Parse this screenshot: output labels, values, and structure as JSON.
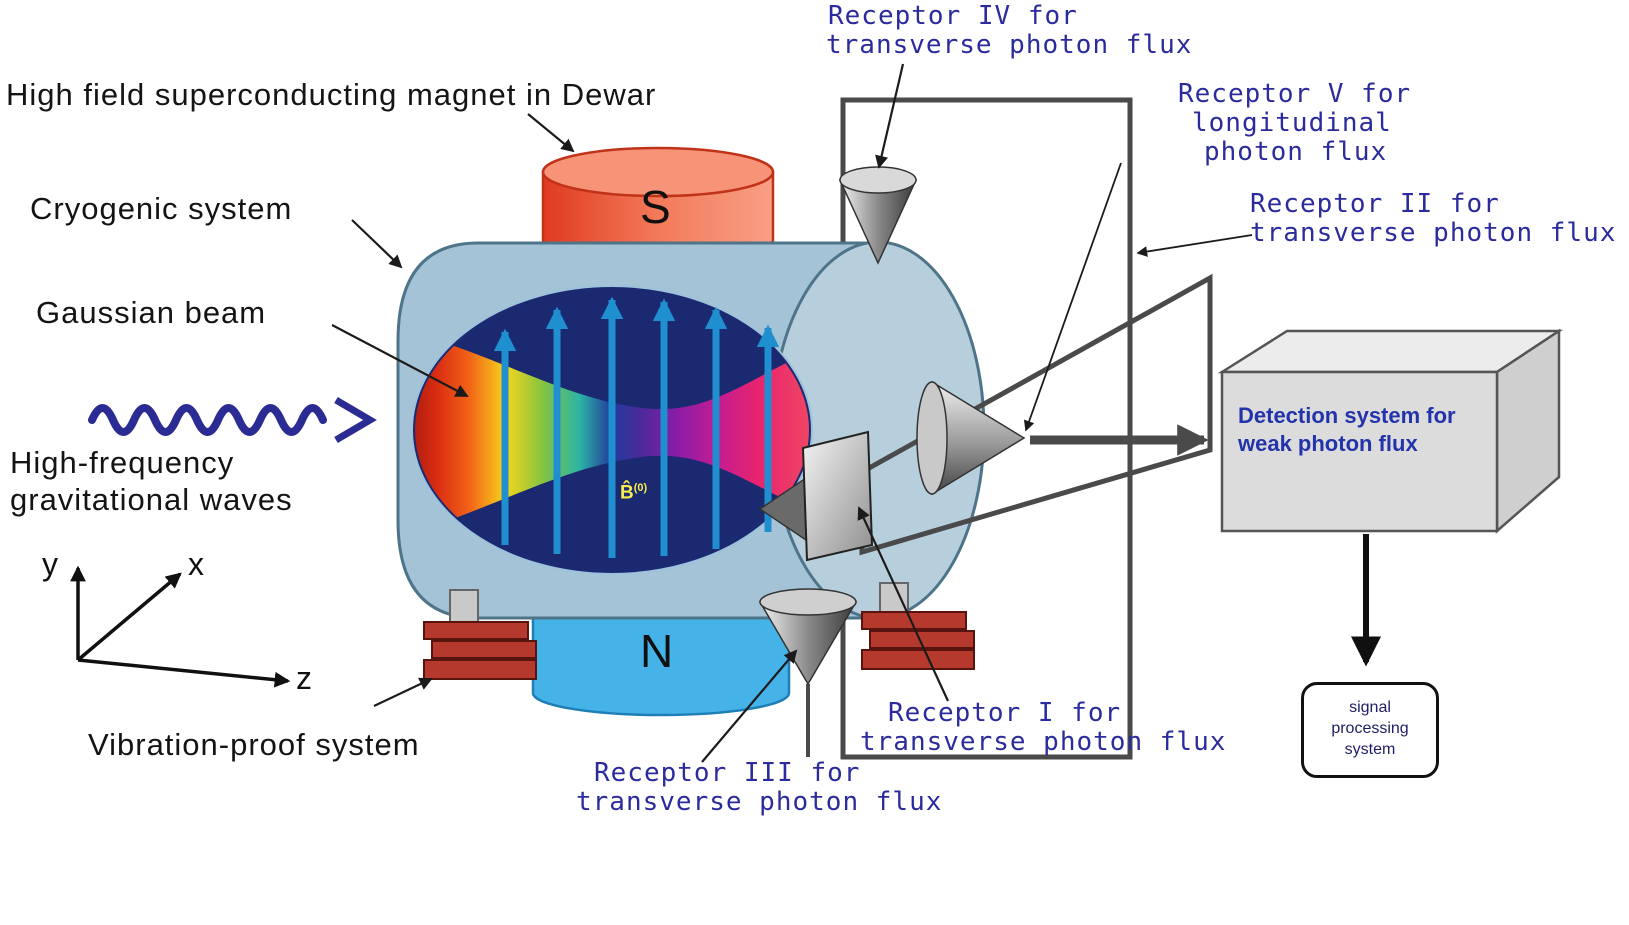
{
  "annotations": {
    "magnet": "High field superconducting magnet in Dewar",
    "cryogenic": "Cryogenic system",
    "gaussian": "Gaussian beam",
    "hfgw": [
      "High-frequency",
      "gravitational waves"
    ],
    "vibration": "Vibration-proof system"
  },
  "receptors": {
    "r4": [
      "Receptor IV for",
      "transverse photon flux"
    ],
    "r5": [
      "Receptor V for",
      "longitudinal",
      "photon flux"
    ],
    "r2": [
      "Receptor II for",
      "transverse photon flux"
    ],
    "r1": [
      "Receptor I for",
      "transverse photon flux"
    ],
    "r3": [
      "Receptor III for",
      "transverse photon flux"
    ]
  },
  "boxes": {
    "detection": [
      "Detection system for",
      "weak photon flux"
    ],
    "signal": [
      "signal",
      "processing",
      "system"
    ]
  },
  "apparatus": {
    "pole_top": "S",
    "pole_bottom": "N",
    "field_label": "B̂",
    "field_sup": "(0)"
  },
  "axes": {
    "x": "x",
    "y": "y",
    "z": "z"
  },
  "colors": {
    "label_blue": "#2b2b9e",
    "label_black": "#141414",
    "chamber_body": "#a5c3d6",
    "chamber_cap": "#b7cfdd",
    "vacuum_navy": "#1b2a70",
    "field_arrow_blue": "#1f8fd0",
    "magnet_s_red": "#e8422c",
    "magnet_n_blue": "#45b2e8",
    "wave_navy": "#2b2b94",
    "wiring_gray": "#4a4a4a",
    "detection_text_blue": "#2334ab",
    "b_label_yellow": "#f7ec4e",
    "vibration_red": "#b5392c"
  }
}
